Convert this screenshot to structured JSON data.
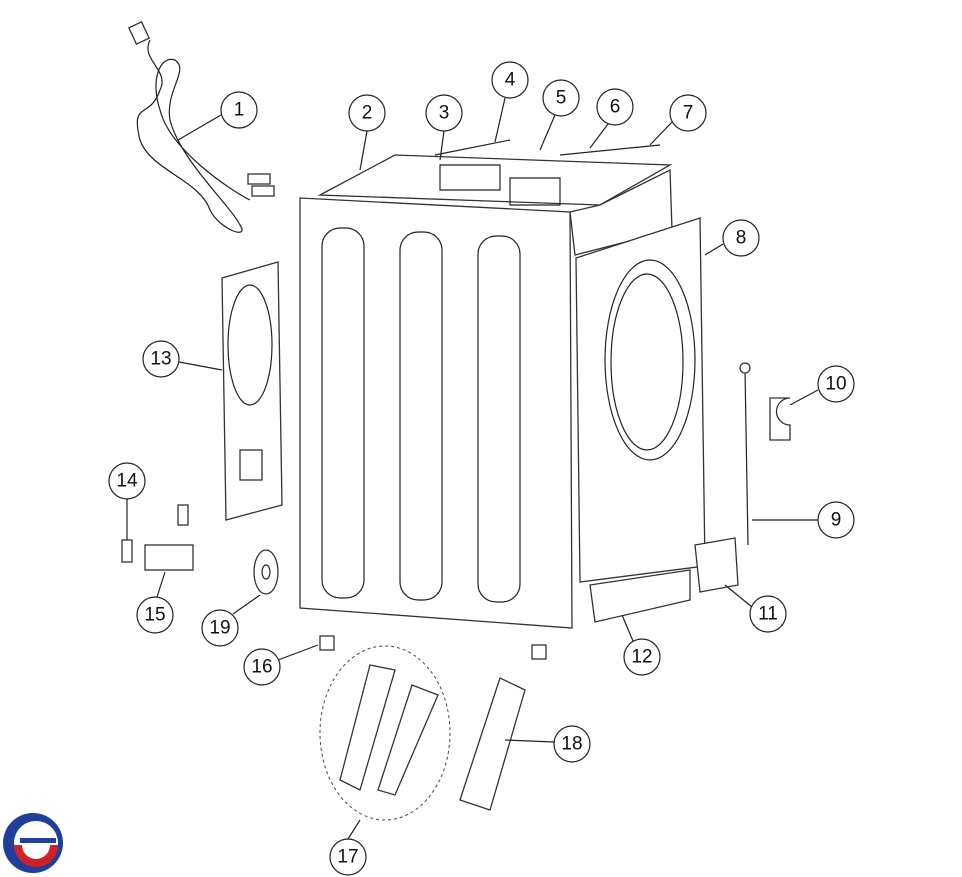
{
  "diagram": {
    "type": "exploded parts diagram",
    "callouts": [
      "1",
      "2",
      "3",
      "4",
      "5",
      "6",
      "7",
      "8",
      "9",
      "10",
      "11",
      "12",
      "13",
      "14",
      "15",
      "16",
      "17",
      "18",
      "19"
    ]
  },
  "logo": {
    "colors": {
      "red": "#d0202a",
      "blue": "#1f3f9a"
    }
  }
}
